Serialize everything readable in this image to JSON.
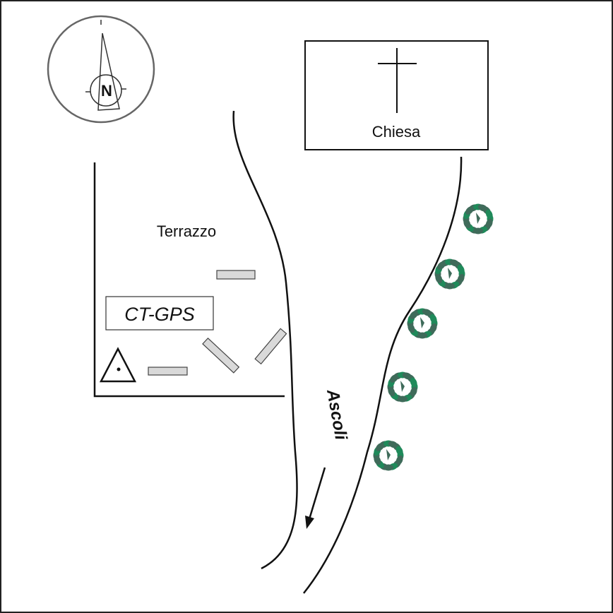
{
  "compass": {
    "label": "N"
  },
  "church": {
    "label": "Chiesa"
  },
  "terrace": {
    "label": "Terrazzo"
  },
  "station": {
    "label": "CT-GPS"
  },
  "road": {
    "label": "Ascoli"
  },
  "colors": {
    "tree_dark": "#3f6b5a",
    "tree_light": "#1f8a5a",
    "bench_fill": "#d9d9d9",
    "compass_ring": "#666666"
  },
  "trees": {
    "count": 5
  }
}
